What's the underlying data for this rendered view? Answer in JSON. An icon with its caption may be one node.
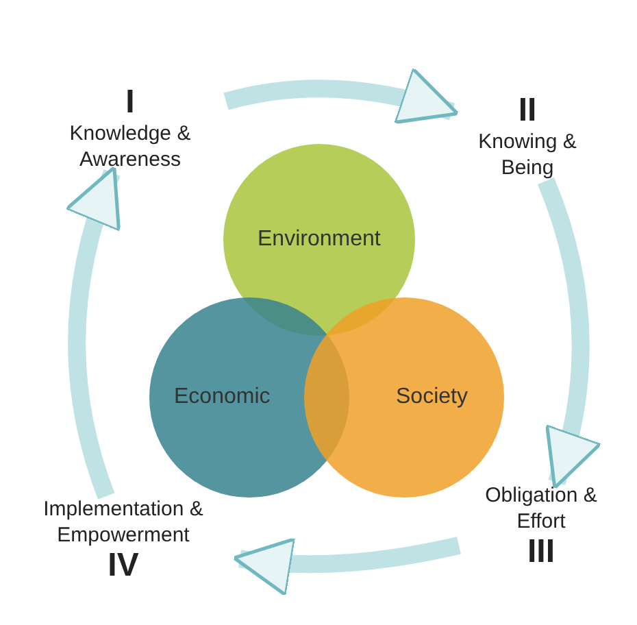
{
  "diagram": {
    "nodes": [
      {
        "text": [
          "I",
          "Knowledge & Awareness"
        ]
      },
      {
        "text": [
          "II",
          "Knowing & Being"
        ]
      },
      {
        "text": [
          "Obligation & Effort",
          "III"
        ]
      },
      {
        "text": [
          "Implementation & Empowerment",
          "IV"
        ]
      },
      {
        "text": [
          "Environment"
        ]
      },
      {
        "text": [
          "Economic"
        ]
      },
      {
        "text": [
          "Society"
        ]
      }
    ],
    "edges": [
      {
        "from": 0,
        "to": 1,
        "arrow": "to"
      },
      {
        "from": 1,
        "to": 2,
        "arrow": "to"
      },
      {
        "from": 2,
        "to": 3,
        "arrow": "to"
      },
      {
        "from": 3,
        "to": 0,
        "arrow": "to"
      }
    ]
  }
}
